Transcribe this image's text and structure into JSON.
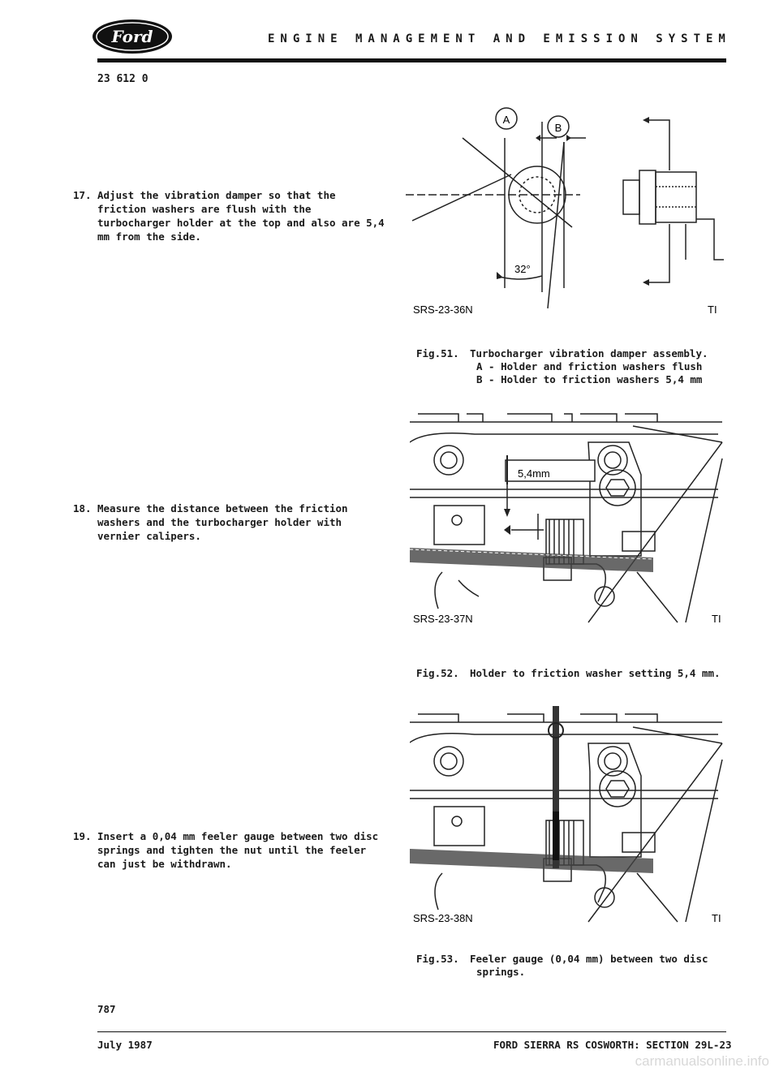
{
  "header": {
    "logo_text": "Ford",
    "title": "ENGINE MANAGEMENT AND EMISSION SYSTEM",
    "doc_ref": "23 612 0"
  },
  "steps": [
    {
      "num": "17.",
      "text": "Adjust the vibration damper so that the friction washers are flush with the turbocharger holder at the top and also are 5,4 mm from the side."
    },
    {
      "num": "18.",
      "text": "Measure the distance between the friction washers and the turbocharger holder with vernier calipers."
    },
    {
      "num": "19.",
      "text": "Insert a 0,04 mm feeler gauge between two disc springs and tighten the nut until the feeler can just be withdrawn."
    }
  ],
  "figures": [
    {
      "ref": "SRS-23-36N",
      "mark": "TI",
      "labels": {
        "a": "A",
        "b": "B",
        "angle": "32°"
      },
      "caption_head": "Fig.51.",
      "caption_lines": [
        "Turbocharger vibration damper assembly.",
        "A - Holder and friction washers flush",
        "B - Holder to friction washers 5,4 mm"
      ]
    },
    {
      "ref": "SRS-23-37N",
      "mark": "TI",
      "labels": {
        "dim": "5,4mm"
      },
      "caption_head": "Fig.52.",
      "caption_lines": [
        "Holder to friction washer setting 5,4 mm."
      ]
    },
    {
      "ref": "SRS-23-38N",
      "mark": "TI",
      "caption_head": "Fig.53.",
      "caption_lines": [
        "Feeler gauge (0,04 mm) between two disc",
        "springs."
      ]
    }
  ],
  "page_number": "787",
  "footer": {
    "date": "July 1987",
    "section": "FORD SIERRA RS COSWORTH: SECTION 29L-23"
  },
  "watermark": "carmanualsonline.info"
}
